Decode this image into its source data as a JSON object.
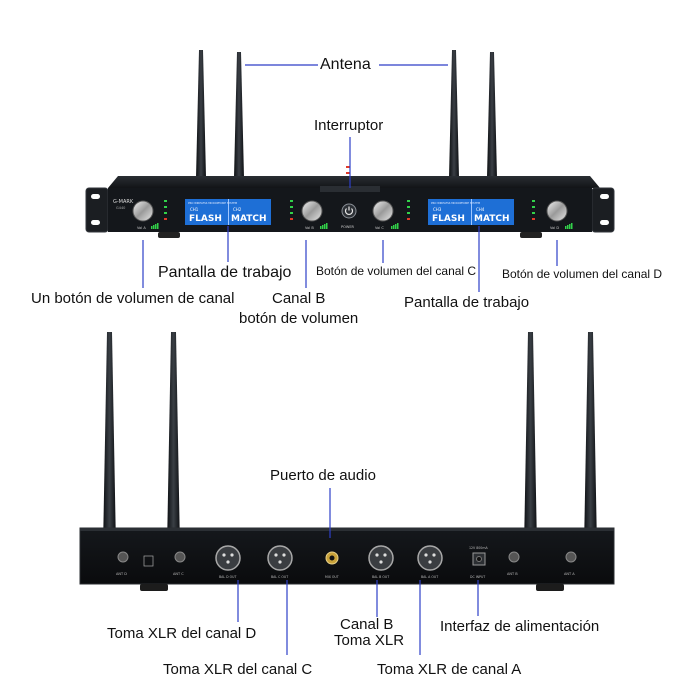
{
  "front": {
    "labels": {
      "antenna": "Antena",
      "switch": "Interruptor",
      "screen_left": "Pantalla de trabajo",
      "knob_a": "Un botón de volumen de canal",
      "knob_b_line1": "Canal B",
      "knob_b_line2": "botón de volumen",
      "knob_c": "Botón de volumen del canal C",
      "screen_right": "Pantalla de trabajo",
      "knob_d": "Botón de volumen del canal D"
    },
    "panel_text": {
      "brand": "G-MARK",
      "model": "G440",
      "display_header": "PRO WIRELESS MICROPHONE SYSTEM",
      "display_ch_left_1": "CH1",
      "display_ch_left_2": "CH2",
      "display_ch_right_1": "CH3",
      "display_ch_right_2": "CH4",
      "flash": "FLASH",
      "match": "MATCH",
      "power": "POWER",
      "vol_a": "Vol A",
      "vol_b": "Vol B",
      "vol_c": "Vol C",
      "vol_d": "Vol D"
    }
  },
  "rear": {
    "labels": {
      "audio_port": "Puerto de audio",
      "xlr_d": "Toma XLR del canal D",
      "xlr_c": "Toma XLR del canal C",
      "xlr_b_line1": "Canal B",
      "xlr_b_line2": "Toma XLR",
      "power_port": "Interfaz de alimentación",
      "xlr_a": "Toma XLR de canal A"
    },
    "panel_text": {
      "ant_d": "ANT D",
      "ant_c": "ANT C",
      "ant_b": "ANT B",
      "ant_a": "ANT A",
      "bal_d": "BAL D OUT",
      "bal_c": "BAL C OUT",
      "mix": "MIX OUT",
      "bal_b": "BAL B OUT",
      "bal_a": "BAL A OUT",
      "dc_rating": "12V 800mA",
      "dc_input": "DC INPUT"
    }
  },
  "colors": {
    "leader_line": "#2d3fc8",
    "chassis": "#111418",
    "display": "#1e6fd6",
    "led_green": "#32d24a",
    "led_red": "#e23b2a"
  }
}
